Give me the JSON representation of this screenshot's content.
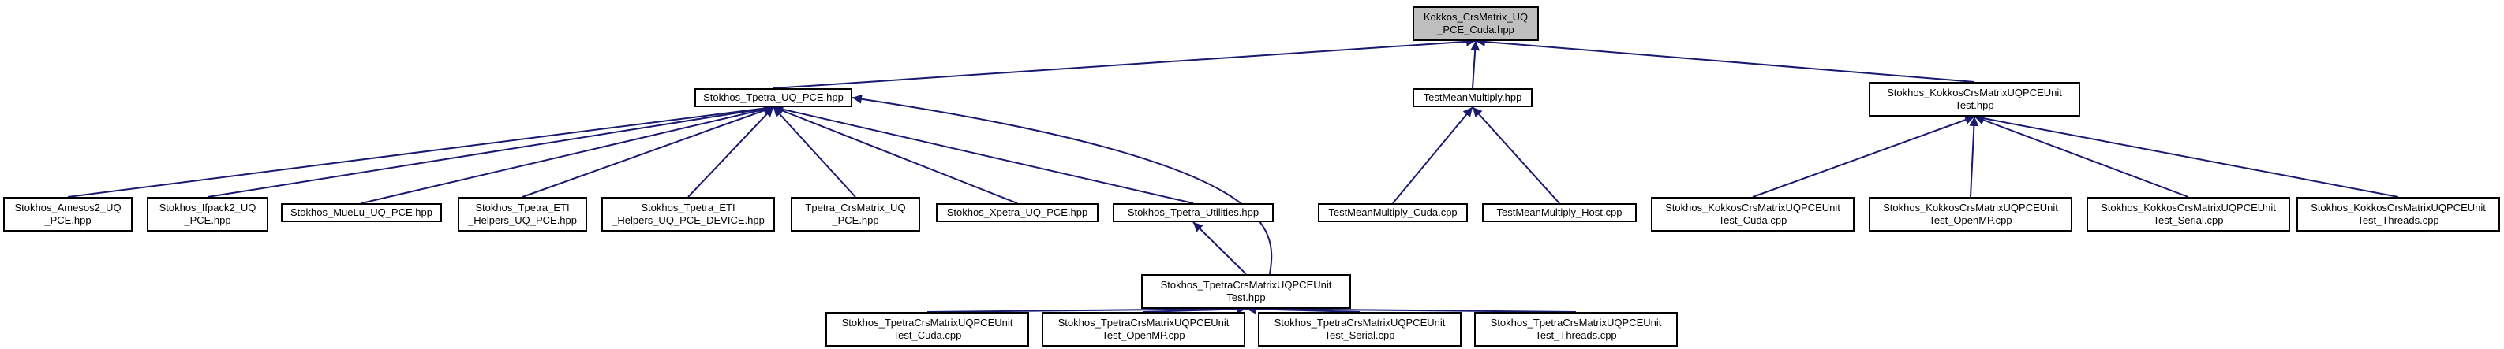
{
  "graph": {
    "edge_color": "#191970",
    "node_border_color": "#000000",
    "root_fill": "#bfbfbf",
    "node_fill": "#ffffff",
    "nodes": {
      "root": [
        "Kokkos_CrsMatrix_UQ",
        "_PCE_Cuda.hpp"
      ],
      "tpetra_uq": [
        "Stokhos_Tpetra_UQ_PCE.hpp"
      ],
      "meanmult": [
        "TestMeanMultiply.hpp"
      ],
      "kokkos_unit": [
        "Stokhos_KokkosCrsMatrixUQPCEUnit",
        "Test.hpp"
      ],
      "amesos2": [
        "Stokhos_Amesos2_UQ",
        "_PCE.hpp"
      ],
      "ifpack2": [
        "Stokhos_Ifpack2_UQ",
        "_PCE.hpp"
      ],
      "muelu": [
        "Stokhos_MueLu_UQ_PCE.hpp"
      ],
      "eti_helpers": [
        "Stokhos_Tpetra_ETI",
        "_Helpers_UQ_PCE.hpp"
      ],
      "eti_helpers_device": [
        "Stokhos_Tpetra_ETI",
        "_Helpers_UQ_PCE_DEVICE.hpp"
      ],
      "tpetra_crs": [
        "Tpetra_CrsMatrix_UQ",
        "_PCE.hpp"
      ],
      "xpetra": [
        "Stokhos_Xpetra_UQ_PCE.hpp"
      ],
      "tpetra_utils": [
        "Stokhos_Tpetra_Utilities.hpp"
      ],
      "tpetra_unit": [
        "Stokhos_TpetraCrsMatrixUQPCEUnit",
        "Test.hpp"
      ],
      "mm_cuda": [
        "TestMeanMultiply_Cuda.cpp"
      ],
      "mm_host": [
        "TestMeanMultiply_Host.cpp"
      ],
      "k_cuda": [
        "Stokhos_KokkosCrsMatrixUQPCEUnit",
        "Test_Cuda.cpp"
      ],
      "k_openmp": [
        "Stokhos_KokkosCrsMatrixUQPCEUnit",
        "Test_OpenMP.cpp"
      ],
      "k_serial": [
        "Stokhos_KokkosCrsMatrixUQPCEUnit",
        "Test_Serial.cpp"
      ],
      "k_threads": [
        "Stokhos_KokkosCrsMatrixUQPCEUnit",
        "Test_Threads.cpp"
      ],
      "t_cuda": [
        "Stokhos_TpetraCrsMatrixUQPCEUnit",
        "Test_Cuda.cpp"
      ],
      "t_openmp": [
        "Stokhos_TpetraCrsMatrixUQPCEUnit",
        "Test_OpenMP.cpp"
      ],
      "t_serial": [
        "Stokhos_TpetraCrsMatrixUQPCEUnit",
        "Test_Serial.cpp"
      ],
      "t_threads": [
        "Stokhos_TpetraCrsMatrixUQPCEUnit",
        "Test_Threads.cpp"
      ]
    },
    "edges": [
      [
        "tpetra_uq",
        "root"
      ],
      [
        "meanmult",
        "root"
      ],
      [
        "kokkos_unit",
        "root"
      ],
      [
        "amesos2",
        "tpetra_uq"
      ],
      [
        "ifpack2",
        "tpetra_uq"
      ],
      [
        "muelu",
        "tpetra_uq"
      ],
      [
        "eti_helpers",
        "tpetra_uq"
      ],
      [
        "eti_helpers_device",
        "tpetra_uq"
      ],
      [
        "tpetra_crs",
        "tpetra_uq"
      ],
      [
        "xpetra",
        "tpetra_uq"
      ],
      [
        "tpetra_utils",
        "tpetra_uq"
      ],
      [
        "tpetra_unit",
        "tpetra_uq"
      ],
      [
        "tpetra_unit",
        "tpetra_utils"
      ],
      [
        "mm_cuda",
        "meanmult"
      ],
      [
        "mm_host",
        "meanmult"
      ],
      [
        "k_cuda",
        "kokkos_unit"
      ],
      [
        "k_openmp",
        "kokkos_unit"
      ],
      [
        "k_serial",
        "kokkos_unit"
      ],
      [
        "k_threads",
        "kokkos_unit"
      ],
      [
        "t_cuda",
        "tpetra_unit"
      ],
      [
        "t_openmp",
        "tpetra_unit"
      ],
      [
        "t_serial",
        "tpetra_unit"
      ],
      [
        "t_threads",
        "tpetra_unit"
      ]
    ]
  }
}
